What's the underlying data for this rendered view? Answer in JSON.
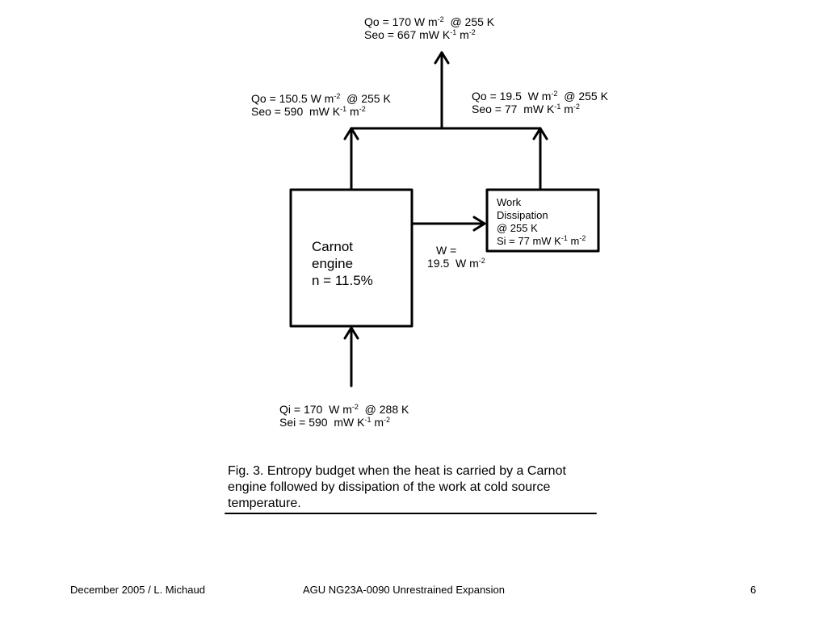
{
  "top_output": {
    "q_label": "Qo = 170",
    "q_unit": "W m",
    "q_exp": "-2",
    "q_temp": "@ 255 K",
    "s_label": "Seo = 667",
    "s_unit1": "mW K",
    "s_exp1": "-1",
    "s_unit2": "m",
    "s_exp2": "-2"
  },
  "left_output": {
    "q_label": "Qo = 150.5",
    "q_unit": "W m",
    "q_exp": "-2",
    "q_temp": "@ 255 K",
    "s_label": "Seo = 590",
    "s_unit1": "mW K",
    "s_exp1": "-1",
    "s_unit2": "m",
    "s_exp2": "-2"
  },
  "right_output": {
    "q_label": "Qo = 19.5",
    "q_unit": "W m",
    "q_exp": "-2",
    "q_temp": "@ 255 K",
    "s_label": "Seo = 77",
    "s_unit1": "mW K",
    "s_exp1": "-1",
    "s_unit2": "m",
    "s_exp2": "-2"
  },
  "engine": {
    "line1": "Carnot",
    "line2": "engine",
    "line3": "n = 11.5%"
  },
  "work_box": {
    "line1": "Work",
    "line2": "Dissipation",
    "line3": "@ 255 K",
    "s_label": "Si = 77",
    "s_unit1": "mW K",
    "s_exp1": "-1",
    "s_unit2": "m",
    "s_exp2": "-2"
  },
  "work_flow": {
    "line1": "W =",
    "value": "19.5",
    "unit": "W m",
    "exp": "-2"
  },
  "input": {
    "q_label": "Qi = 170",
    "q_unit": "W m",
    "q_exp": "-2",
    "q_temp": "@ 288 K",
    "s_label": "Sei = 590",
    "s_unit1": "mW K",
    "s_exp1": "-1",
    "s_unit2": "m",
    "s_exp2": "-2"
  },
  "caption": "Fig. 3.  Entropy budget when the heat is carried by a Carnot engine followed by dissipation of the work at cold source temperature.",
  "footer": {
    "left": "December 2005 / L. Michaud",
    "center": "AGU NG23A-0090  Unrestrained Expansion",
    "page": "6"
  }
}
